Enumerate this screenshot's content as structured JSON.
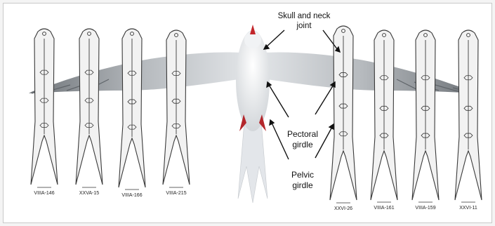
{
  "labels": {
    "skull_line1": "Skull and neck",
    "skull_line2": "joint",
    "pectoral_line1": "Pectoral",
    "pectoral_line2": "girdle",
    "pelvic_line1": "Pelvic",
    "pelvic_line2": "girdle"
  },
  "artifacts": [
    {
      "id": "VIIIA-146"
    },
    {
      "id": "XXVA-15"
    },
    {
      "id": "VIIIA-166"
    },
    {
      "id": "VIIIA-215"
    },
    {
      "id": "XXVI-26"
    },
    {
      "id": "VIIIA-161"
    },
    {
      "id": "VIIIA-159"
    },
    {
      "id": "XXVI-11"
    }
  ],
  "colors": {
    "outline": "#3a3a3a",
    "fill": "#f2f2f2",
    "bird_body": "#e9ebee",
    "wing_shade": "#a9adb1",
    "beak": "#c2262b"
  }
}
